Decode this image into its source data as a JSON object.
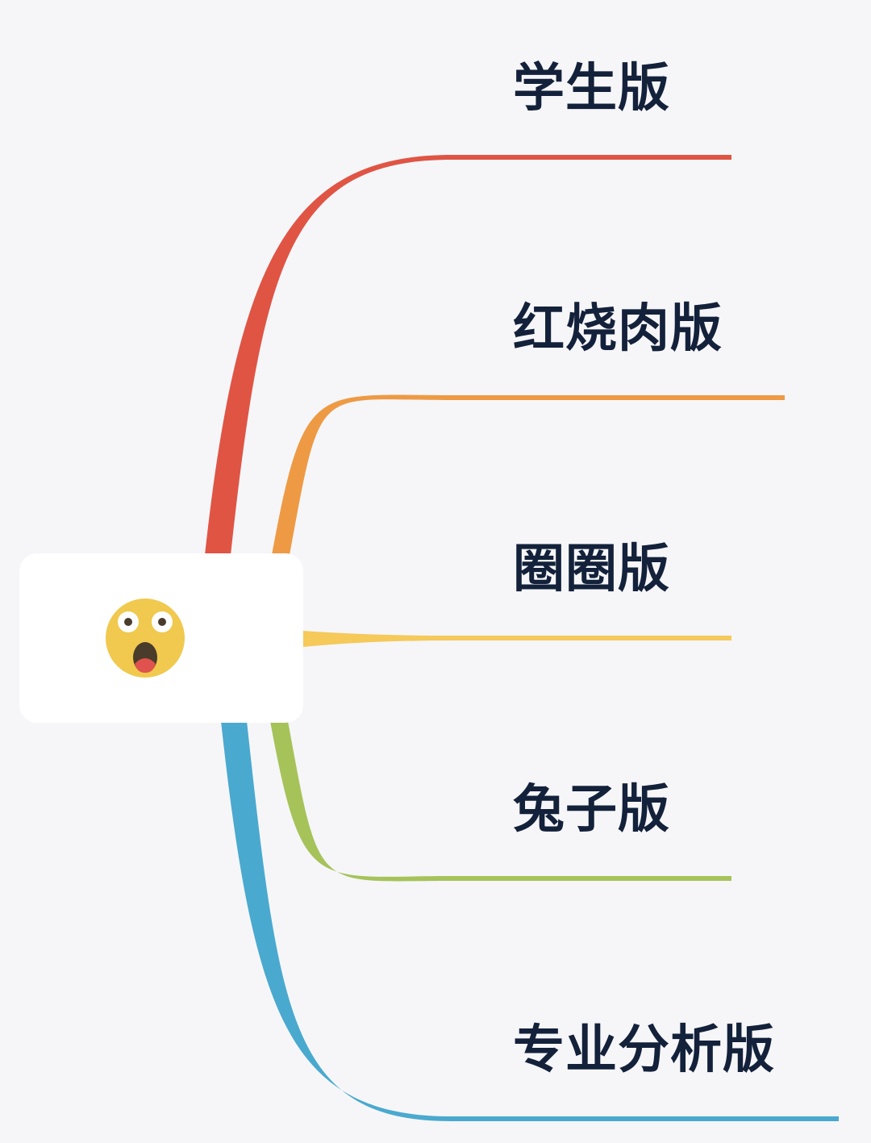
{
  "mindmap": {
    "root": {
      "icon": "astonished-face-icon"
    },
    "branches": [
      {
        "label": "学生版",
        "color": "#e05444"
      },
      {
        "label": "红烧肉版",
        "color": "#ee9a44"
      },
      {
        "label": "圈圈版",
        "color": "#f5c95a"
      },
      {
        "label": "兔子版",
        "color": "#a6c35a"
      },
      {
        "label": "专业分析版",
        "color": "#4aa9cf"
      }
    ]
  }
}
